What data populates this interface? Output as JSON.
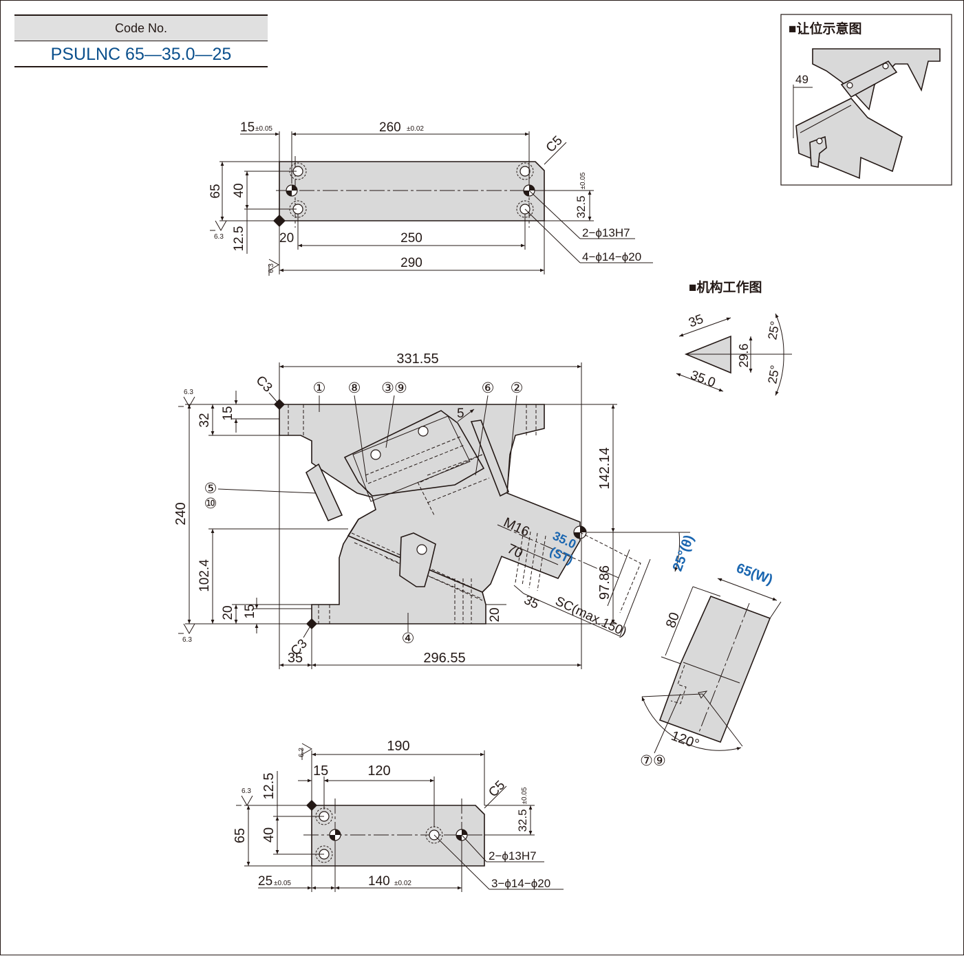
{
  "code_box": {
    "label": "Code No.",
    "value": "PSULNC 65—35.0—25"
  },
  "colors": {
    "line": "#231815",
    "part_fill": "#d9d9d9",
    "accent_blue": "#1a66b0"
  },
  "top_view": {
    "dims": {
      "pitch_15": "15",
      "tol_005": "±0.05",
      "pitch_260": "260",
      "tol_002": "±0.02",
      "chamfer": "C5",
      "h65": "65",
      "h40": "40",
      "h32_5": "32.5",
      "h12_5": "12.5",
      "w20": "20",
      "w250": "250",
      "w290": "290",
      "roughness": "6.3"
    },
    "callouts": {
      "dowel": "2−ϕ13H7",
      "cbore": "4−ϕ14−ϕ20"
    }
  },
  "relief_diagram": {
    "title": "■让位示意图",
    "dim": "49"
  },
  "mechanism_diagram": {
    "title": "■机构工作图",
    "dims": {
      "d35": "35",
      "d35_0": "35.0",
      "d29_6": "29.6",
      "a25_top": "25°",
      "a25_bottom": "25°"
    }
  },
  "front_view": {
    "dims": {
      "w331_55": "331.55",
      "h240": "240",
      "h32": "32",
      "h15_top": "15",
      "h102_4": "102.4",
      "h20": "20",
      "h15_bottom": "15",
      "w35": "35",
      "w296_55": "296.55",
      "h142_14": "142.14",
      "h97_86": "97.86",
      "h20_right": "20",
      "d5": "5",
      "c3": "C3",
      "roughness": "6.3",
      "m16": "M16",
      "d70": "70",
      "d35_slide": "35",
      "stroke_note": "SC(max.150)"
    },
    "blue_labels": {
      "st_value": "35.0",
      "st": "(ST)",
      "angle": "25°(θ)",
      "width": "65(W)"
    },
    "part_numbers": [
      "①",
      "⑧",
      "③⑨",
      "⑥",
      "②",
      "⑤",
      "⑩",
      "④",
      "⑦⑨"
    ]
  },
  "cam_detail": {
    "h80": "80",
    "angle120": "120°"
  },
  "bottom_view": {
    "dims": {
      "w190": "190",
      "w15": "15",
      "w120": "120",
      "chamfer": "C5",
      "h12_5": "12.5",
      "h65": "65",
      "h40": "40",
      "h32_5": "32.5",
      "tol_005": "±0.05",
      "w25": "25",
      "w140": "140",
      "tol_002": "±0.02",
      "roughness": "6.3"
    },
    "callouts": {
      "dowel": "2−ϕ13H7",
      "cbore": "3−ϕ14−ϕ20"
    }
  }
}
